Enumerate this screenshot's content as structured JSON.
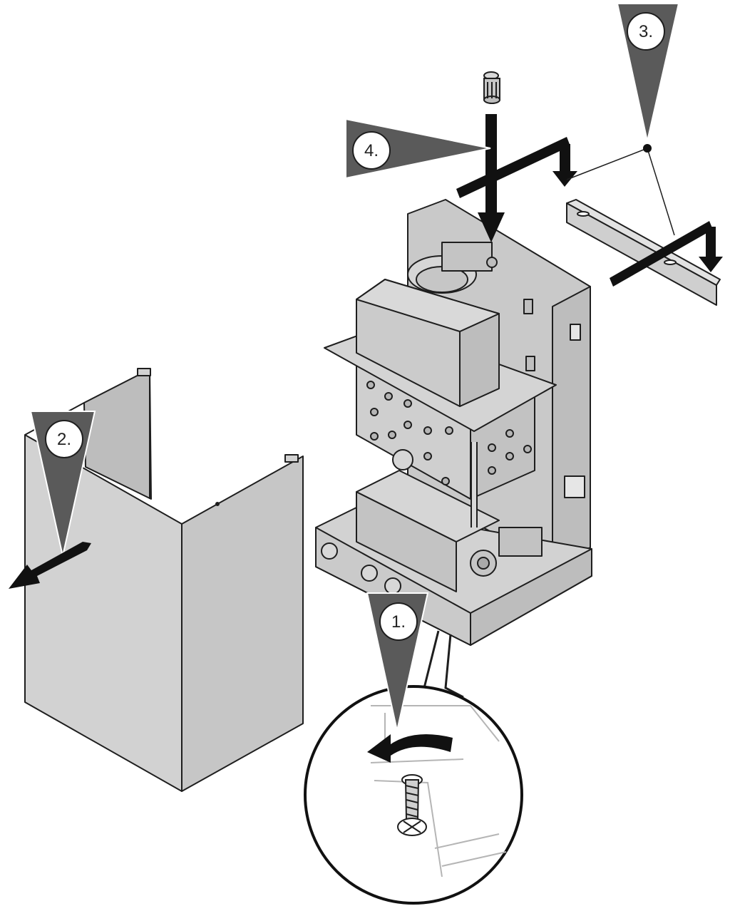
{
  "steps": [
    {
      "label": "1."
    },
    {
      "label": "2."
    },
    {
      "label": "3."
    },
    {
      "label": "4."
    }
  ],
  "colors": {
    "panel": "#cfcfcf",
    "panel_dark": "#b9b9b9",
    "marker": "#5a5a5a",
    "stroke": "#1e1e1e",
    "arrow": "#111111"
  },
  "icons": [
    "front-panel",
    "boiler-unit",
    "bracket",
    "screw",
    "air-vent-cap",
    "rotate-arrow"
  ]
}
